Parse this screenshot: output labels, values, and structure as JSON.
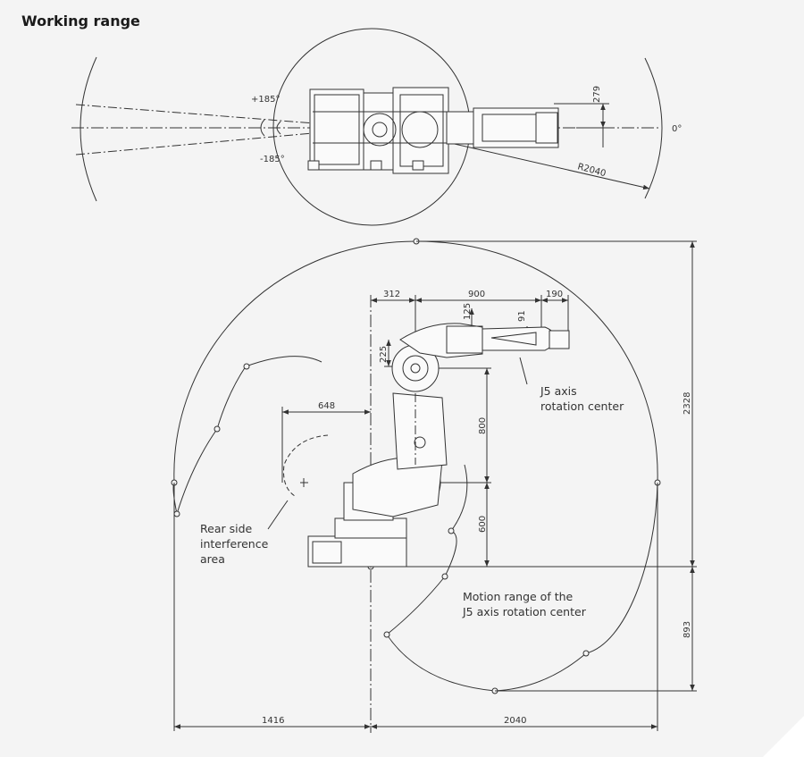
{
  "title": "Working range",
  "top_view": {
    "angle_pos": "+185°",
    "angle_neg": "-185°",
    "angle_zero": "0°",
    "dim_offset": "279",
    "radius": "R2040"
  },
  "side_view": {
    "dims": {
      "d312": "312",
      "d900": "900",
      "d190": "190",
      "d125": "125",
      "d91": "91",
      "d225": "225",
      "d648": "648",
      "d800": "800",
      "d600": "600",
      "d2328": "2328",
      "d893": "893",
      "d1416": "1416",
      "d2040": "2040"
    },
    "labels": {
      "j5_center_line1": "J5 axis",
      "j5_center_line2": "rotation center",
      "rear_line1": "Rear side",
      "rear_line2": "interference",
      "rear_line3": "area",
      "motion_line1": "Motion range of the",
      "motion_line2": "J5 axis rotation center"
    }
  },
  "colors": {
    "background": "#f4f4f4",
    "line": "#333333",
    "page_corner": "#ffffff"
  }
}
